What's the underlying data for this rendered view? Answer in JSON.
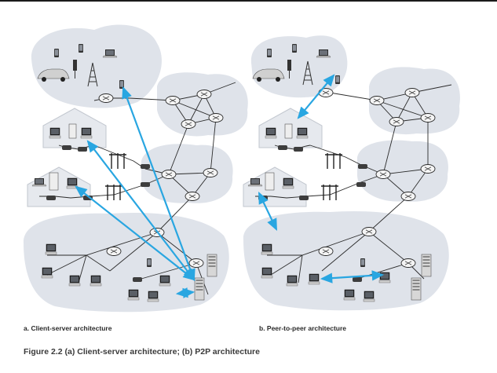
{
  "panels": {
    "a_label": "a. Client-server architecture",
    "b_label": "b. Peer-to-peer architecture"
  },
  "caption": "Figure 2.2 (a) Client-server architecture; (b) P2P architecture",
  "colors": {
    "cloud": "#dfe3ea",
    "arrow": "#29a6e1",
    "line": "#2b2b2b",
    "router": "#f2f2f2"
  }
}
